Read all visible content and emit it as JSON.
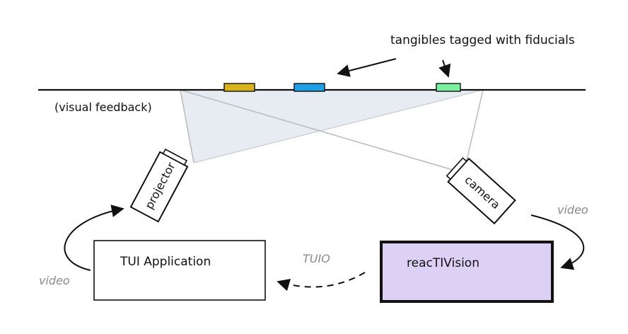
{
  "labels": {
    "tangibles": "tangibles tagged with fiducials",
    "visual_feedback": "(visual feedback)",
    "projector": "projector",
    "camera": "camera",
    "tui_application": "TUI Application",
    "reactivision": "reacTIVision",
    "tuio": "TUIO",
    "video_left": "video",
    "video_right": "video"
  },
  "colors": {
    "fiducial_yellow": "#d9b31c",
    "fiducial_blue": "#1fa0e6",
    "fiducial_green": "#7cf0a0",
    "reactivision_fill": "#ddd0f5",
    "light_cone": "#dfe6ee"
  }
}
